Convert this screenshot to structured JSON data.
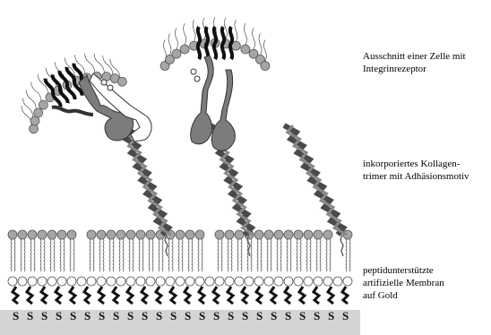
{
  "labels": {
    "cell": [
      "Ausschnitt einer Zelle mit",
      "Integrinrezeptor"
    ],
    "collagen": [
      "inkorporiertes Kollagen-",
      "trimer mit Adhäsionsmotiv"
    ],
    "membrane": [
      "peptidunterstützte",
      "artifizielle Membran",
      "auf Gold"
    ]
  },
  "colors": {
    "lipid_head": "#a6a6a6",
    "lipid_outline": "#555555",
    "gold_substrate": "#d4d4d4",
    "helix_dark": "#4a4a4a",
    "receptor": "#7c7c7c",
    "anchor_head": "#ffffff"
  },
  "glyphs": {
    "thiol": "S"
  }
}
